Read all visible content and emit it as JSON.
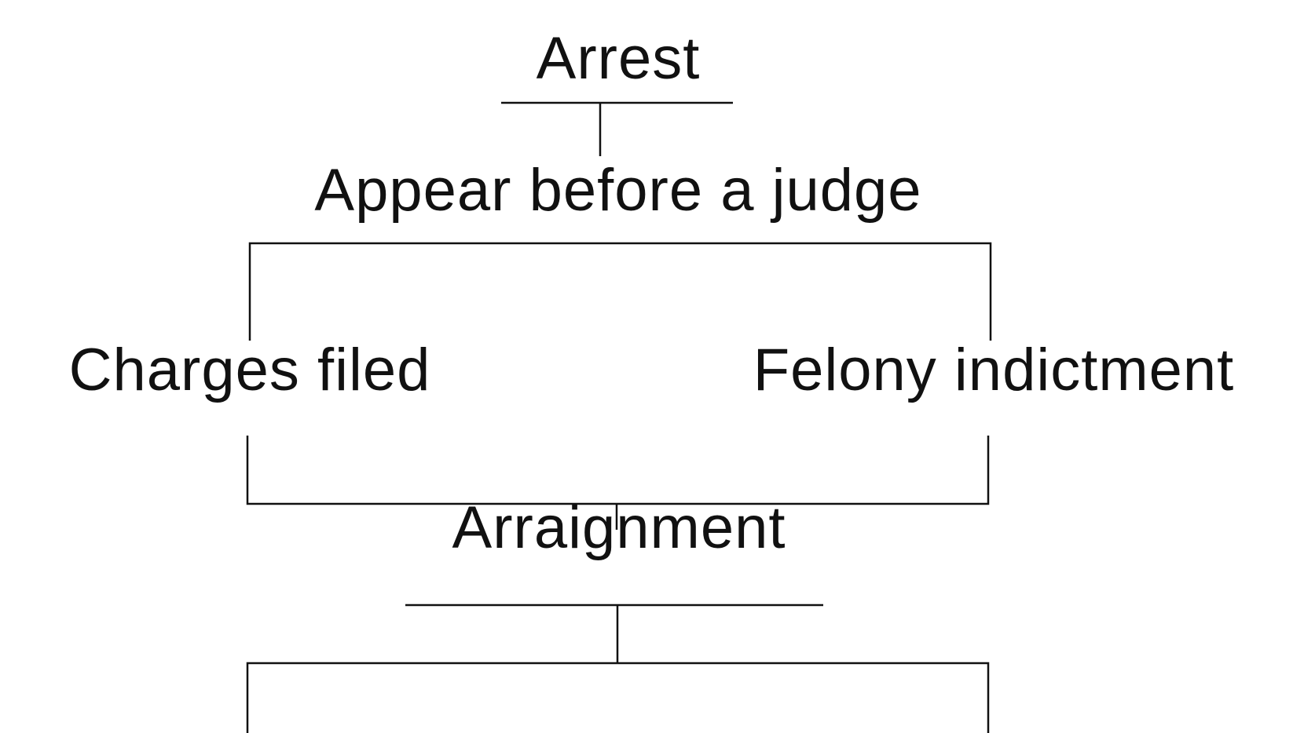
{
  "diagram": {
    "nodes": {
      "arrest": "Arrest",
      "appear": "Appear before a judge",
      "charges": "Charges filed",
      "felony": "Felony indictment",
      "arraignment": "Arraignment"
    },
    "colors": {
      "line": "#111111",
      "text": "#111111",
      "background": "#ffffff"
    }
  }
}
